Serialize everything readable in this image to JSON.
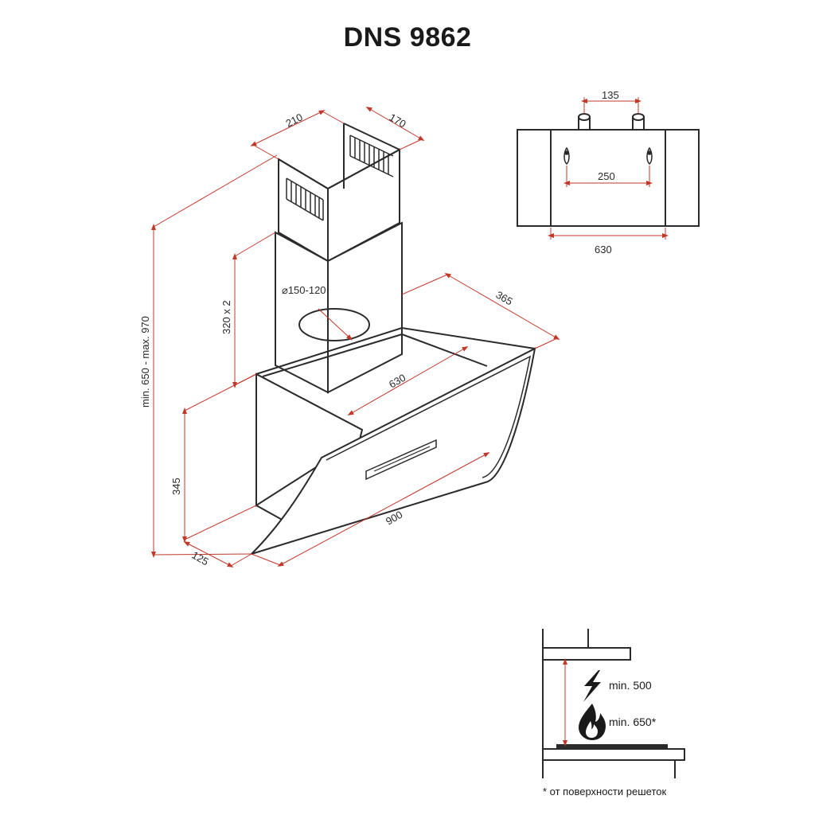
{
  "title": "DNS 9862",
  "main_view": {
    "dim_chimney_width": "210",
    "dim_chimney_depth": "170",
    "dim_total_height": "min. 650 - max. 970",
    "dim_chimney_section": "320 x 2",
    "dim_outlet": "⌀150-120",
    "dim_canopy_depth": "365",
    "dim_inner_width": "630",
    "dim_body_height": "345",
    "dim_front_width": "900",
    "dim_bottom_depth": "125"
  },
  "top_view": {
    "dim_outlet_spacing": "135",
    "dim_mount_holes": "250",
    "dim_width": "630"
  },
  "install_view": {
    "electric_label": "min. 500",
    "gas_label": "min. 650*",
    "footnote": "* от поверхности решеток"
  },
  "colors": {
    "dimension_line": "#c0392b",
    "outline": "#2b2b2b"
  }
}
